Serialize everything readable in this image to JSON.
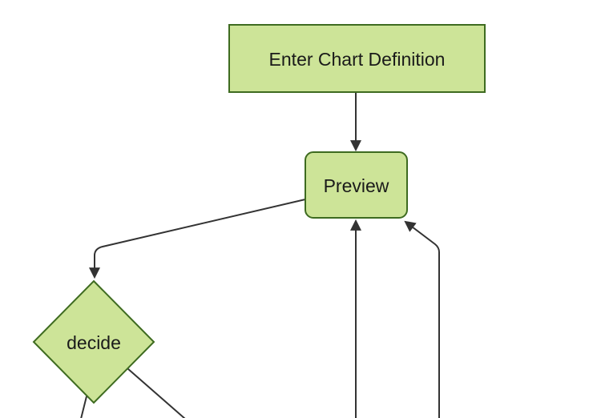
{
  "diagram": {
    "type": "flowchart",
    "direction": "top-down",
    "background_color": "#ffffff",
    "colors": {
      "node_fill": "#cde498",
      "node_stroke": "#3e6b20",
      "edge_color": "#333333",
      "label_color": "#1a1a1a"
    },
    "nodes": [
      {
        "id": "enter-chart-definition",
        "label": "Enter Chart Definition",
        "shape": "rectangle"
      },
      {
        "id": "preview",
        "label": "Preview",
        "shape": "rounded-rectangle"
      },
      {
        "id": "decide",
        "label": "decide",
        "shape": "diamond"
      }
    ],
    "edges": [
      {
        "from": "enter-chart-definition",
        "to": "preview",
        "arrow": "filled-triangle"
      },
      {
        "from": "preview",
        "to": "decide",
        "arrow": "filled-triangle"
      },
      {
        "from": "decide",
        "to": "offscreen-bottom-left",
        "arrow": "none-visible"
      },
      {
        "from": "decide",
        "to": "offscreen-bottom-right",
        "arrow": "none-visible"
      },
      {
        "from": "offscreen-bottom",
        "to": "preview",
        "arrow": "filled-triangle"
      },
      {
        "from": "offscreen-bottom-right",
        "to": "preview",
        "arrow": "filled-triangle"
      }
    ]
  }
}
